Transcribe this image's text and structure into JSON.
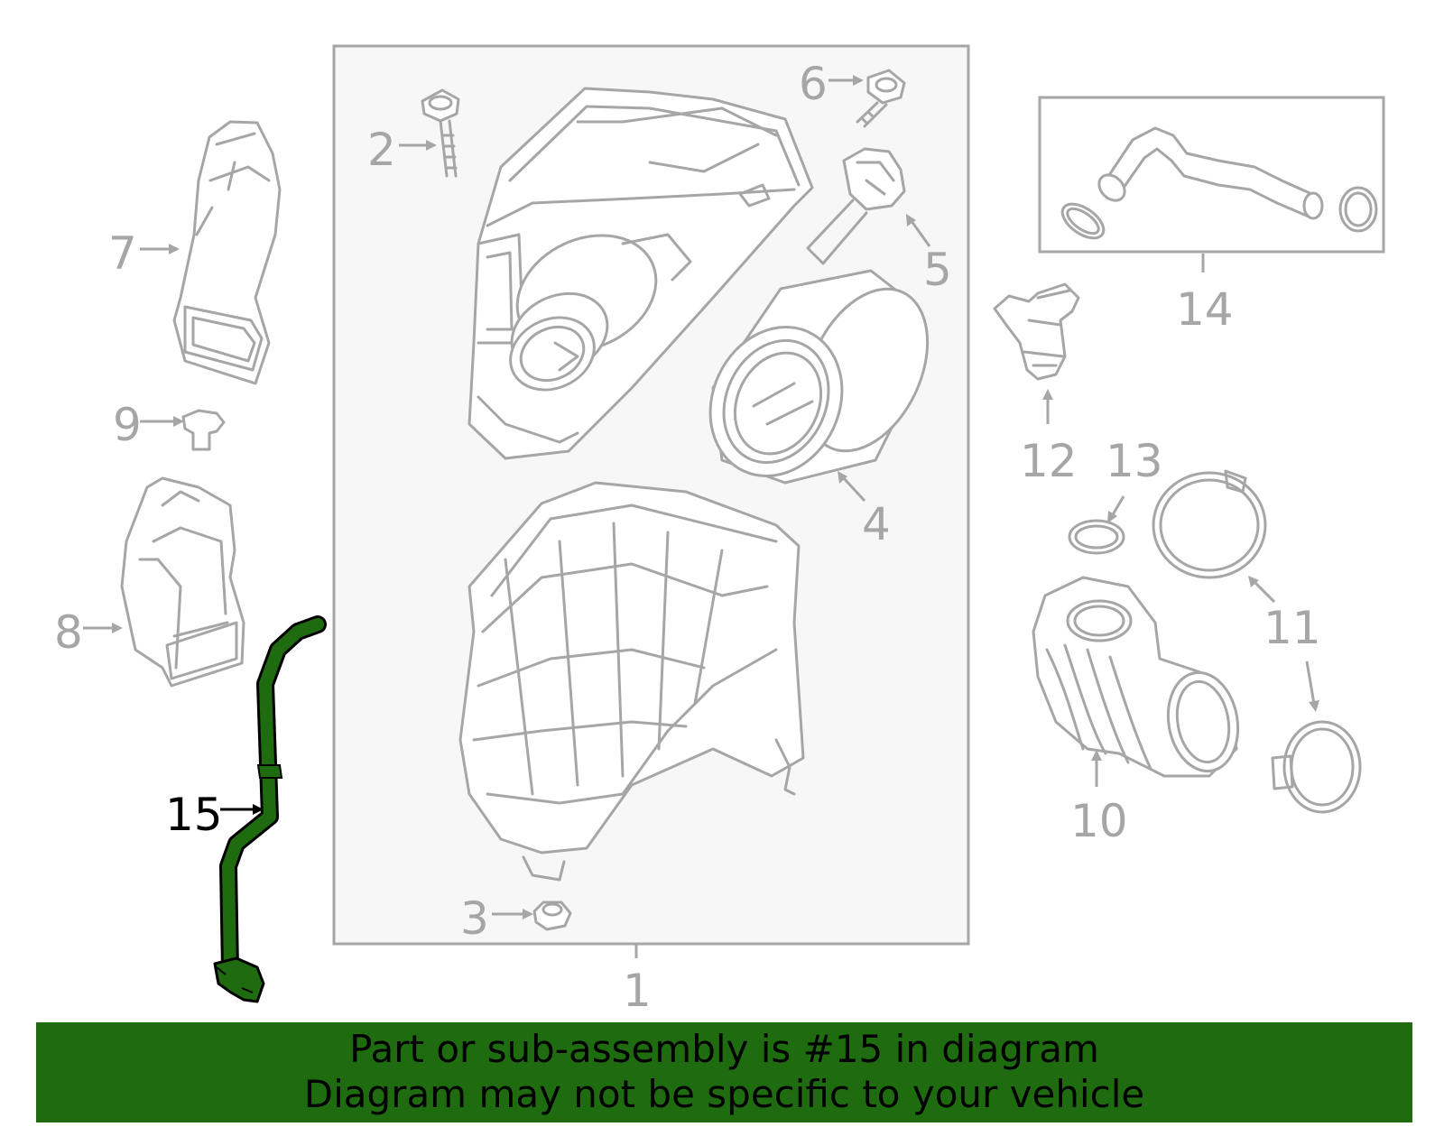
{
  "callouts": {
    "c1": "1",
    "c2": "2",
    "c3": "3",
    "c4": "4",
    "c5": "5",
    "c6": "6",
    "c7": "7",
    "c8": "8",
    "c9": "9",
    "c10": "10",
    "c11": "11",
    "c12": "12",
    "c13": "13",
    "c14": "14",
    "c15": "15"
  },
  "highlighted_part": "15",
  "colors": {
    "highlight": "#1e6b10",
    "line_art": "#a6a6a6",
    "assembly_box_bg": "#f7f7f7"
  },
  "banner": {
    "line1": "Part or sub-assembly is #15 in diagram",
    "line2": "Diagram may not be specific to your vehicle"
  }
}
